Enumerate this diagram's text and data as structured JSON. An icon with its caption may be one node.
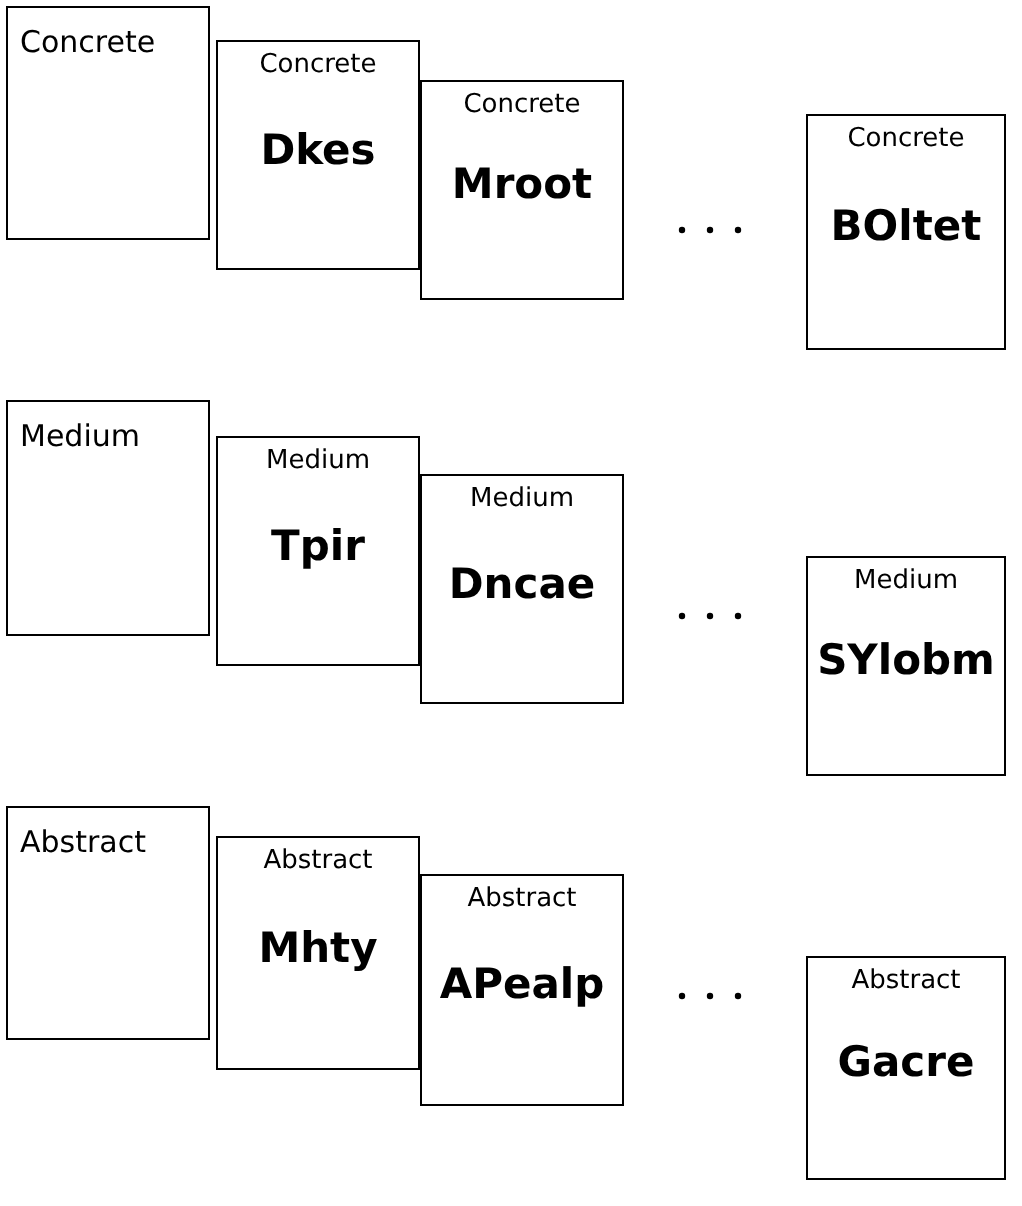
{
  "diagram": {
    "nodes": [
      {
        "text": [
          "Concrete"
        ]
      },
      {
        "text": [
          "Concrete",
          "Dkes"
        ]
      },
      {
        "text": [
          "Concrete",
          "Mroot"
        ]
      },
      {
        "text": [
          "Concrete",
          "BOltet"
        ]
      },
      {
        "text": [
          "Medium"
        ]
      },
      {
        "text": [
          "Medium",
          "Tpir"
        ]
      },
      {
        "text": [
          "Medium",
          "Dncae"
        ]
      },
      {
        "text": [
          "Medium",
          "SYlobm"
        ]
      },
      {
        "text": [
          "Abstract"
        ]
      },
      {
        "text": [
          "Abstract",
          "Mhty"
        ]
      },
      {
        "text": [
          "Abstract",
          "APealp"
        ]
      },
      {
        "text": [
          "Abstract",
          "Gacre"
        ]
      }
    ]
  }
}
